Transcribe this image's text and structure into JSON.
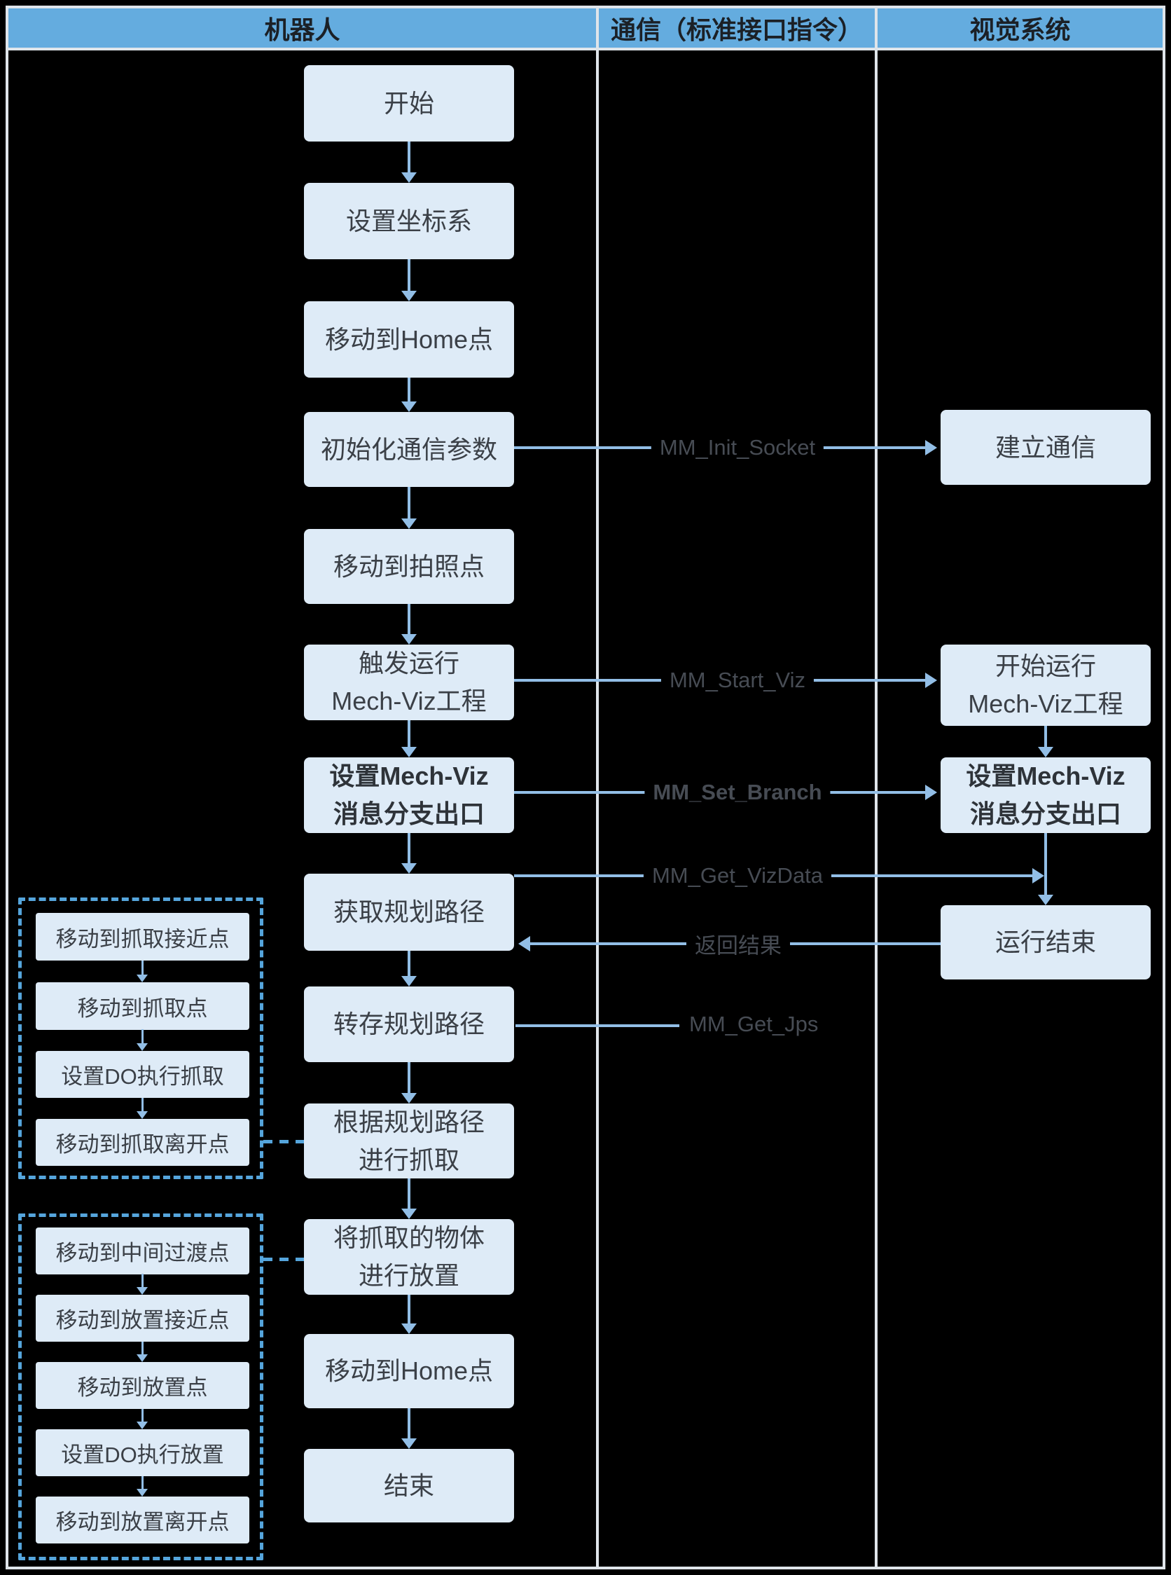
{
  "header": {
    "columns": [
      {
        "label": "机器人"
      },
      {
        "label": "通信（标准接口指令）"
      },
      {
        "label": "视觉系统"
      }
    ]
  },
  "robot": {
    "nodes": [
      {
        "label": "开始"
      },
      {
        "label": "设置坐标系"
      },
      {
        "label": "移动到Home点"
      },
      {
        "label": "初始化通信参数"
      },
      {
        "label": "移动到拍照点"
      },
      {
        "label": "触发运行\nMech-Viz工程"
      },
      {
        "label": "设置Mech-Viz\n消息分支出口",
        "bold": true
      },
      {
        "label": "获取规划路径"
      },
      {
        "label": "转存规划路径"
      },
      {
        "label": "根据规划路径\n进行抓取"
      },
      {
        "label": "将抓取的物体\n进行放置"
      },
      {
        "label": "移动到Home点"
      },
      {
        "label": "结束"
      }
    ]
  },
  "vision": {
    "nodes": [
      {
        "label": "建立通信"
      },
      {
        "label": "开始运行\nMech-Viz工程"
      },
      {
        "label": "设置Mech-Viz\n消息分支出口",
        "bold": true
      },
      {
        "label": "运行结束"
      }
    ]
  },
  "comm": {
    "labels": [
      {
        "text": "MM_Init_Socket"
      },
      {
        "text": "MM_Start_Viz"
      },
      {
        "text": "MM_Set_Branch",
        "bold": true
      },
      {
        "text": "MM_Get_VizData"
      },
      {
        "text": "返回结果"
      },
      {
        "text": "MM_Get_Jps"
      }
    ]
  },
  "grasp_group": {
    "items": [
      {
        "label": "移动到抓取接近点"
      },
      {
        "label": "移动到抓取点"
      },
      {
        "label": "设置DO执行抓取"
      },
      {
        "label": "移动到抓取离开点"
      }
    ]
  },
  "place_group": {
    "items": [
      {
        "label": "移动到中间过渡点"
      },
      {
        "label": "移动到放置接近点"
      },
      {
        "label": "移动到放置点"
      },
      {
        "label": "设置DO执行放置"
      },
      {
        "label": "移动到放置离开点"
      }
    ]
  },
  "colors": {
    "background": "#000000",
    "header_bg": "#64acdf",
    "node_bg": "#deebf7",
    "arrow": "#92bee6",
    "dashed": "#55a5dc",
    "frame": "#dfe5ea",
    "node_text": "#3b4047",
    "label_text": "#474c54"
  }
}
